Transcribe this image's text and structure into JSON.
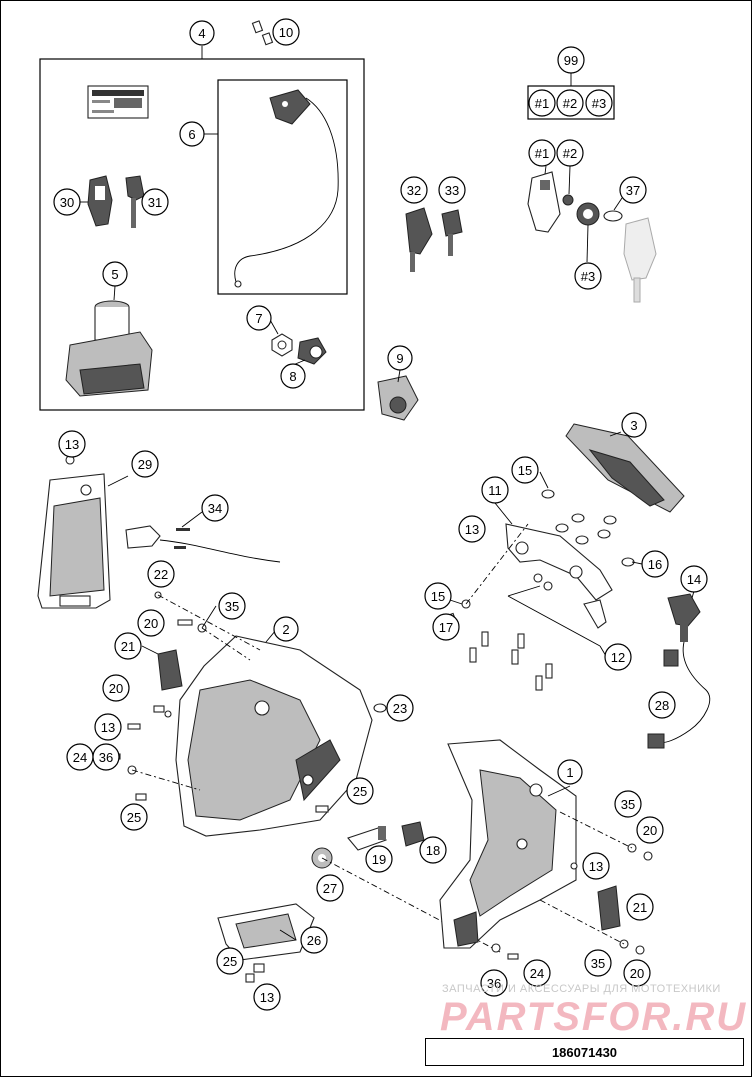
{
  "diagram": {
    "callouts": [
      "1",
      "2",
      "3",
      "4",
      "5",
      "6",
      "7",
      "8",
      "9",
      "10",
      "11",
      "12",
      "13",
      "14",
      "15",
      "16",
      "17",
      "18",
      "19",
      "20",
      "21",
      "22",
      "23",
      "24",
      "25",
      "26",
      "27",
      "28",
      "29",
      "30",
      "31",
      "32",
      "33",
      "34",
      "35",
      "36",
      "37",
      "99",
      "#1",
      "#2",
      "#3"
    ],
    "watermark_tagline": "ЗАПЧАСТИ И АКСЕССУАРЫ ДЛЯ МОТОТЕХНИКИ",
    "watermark_logo": "PARTSFOR.RU",
    "document_number": "186071430"
  }
}
